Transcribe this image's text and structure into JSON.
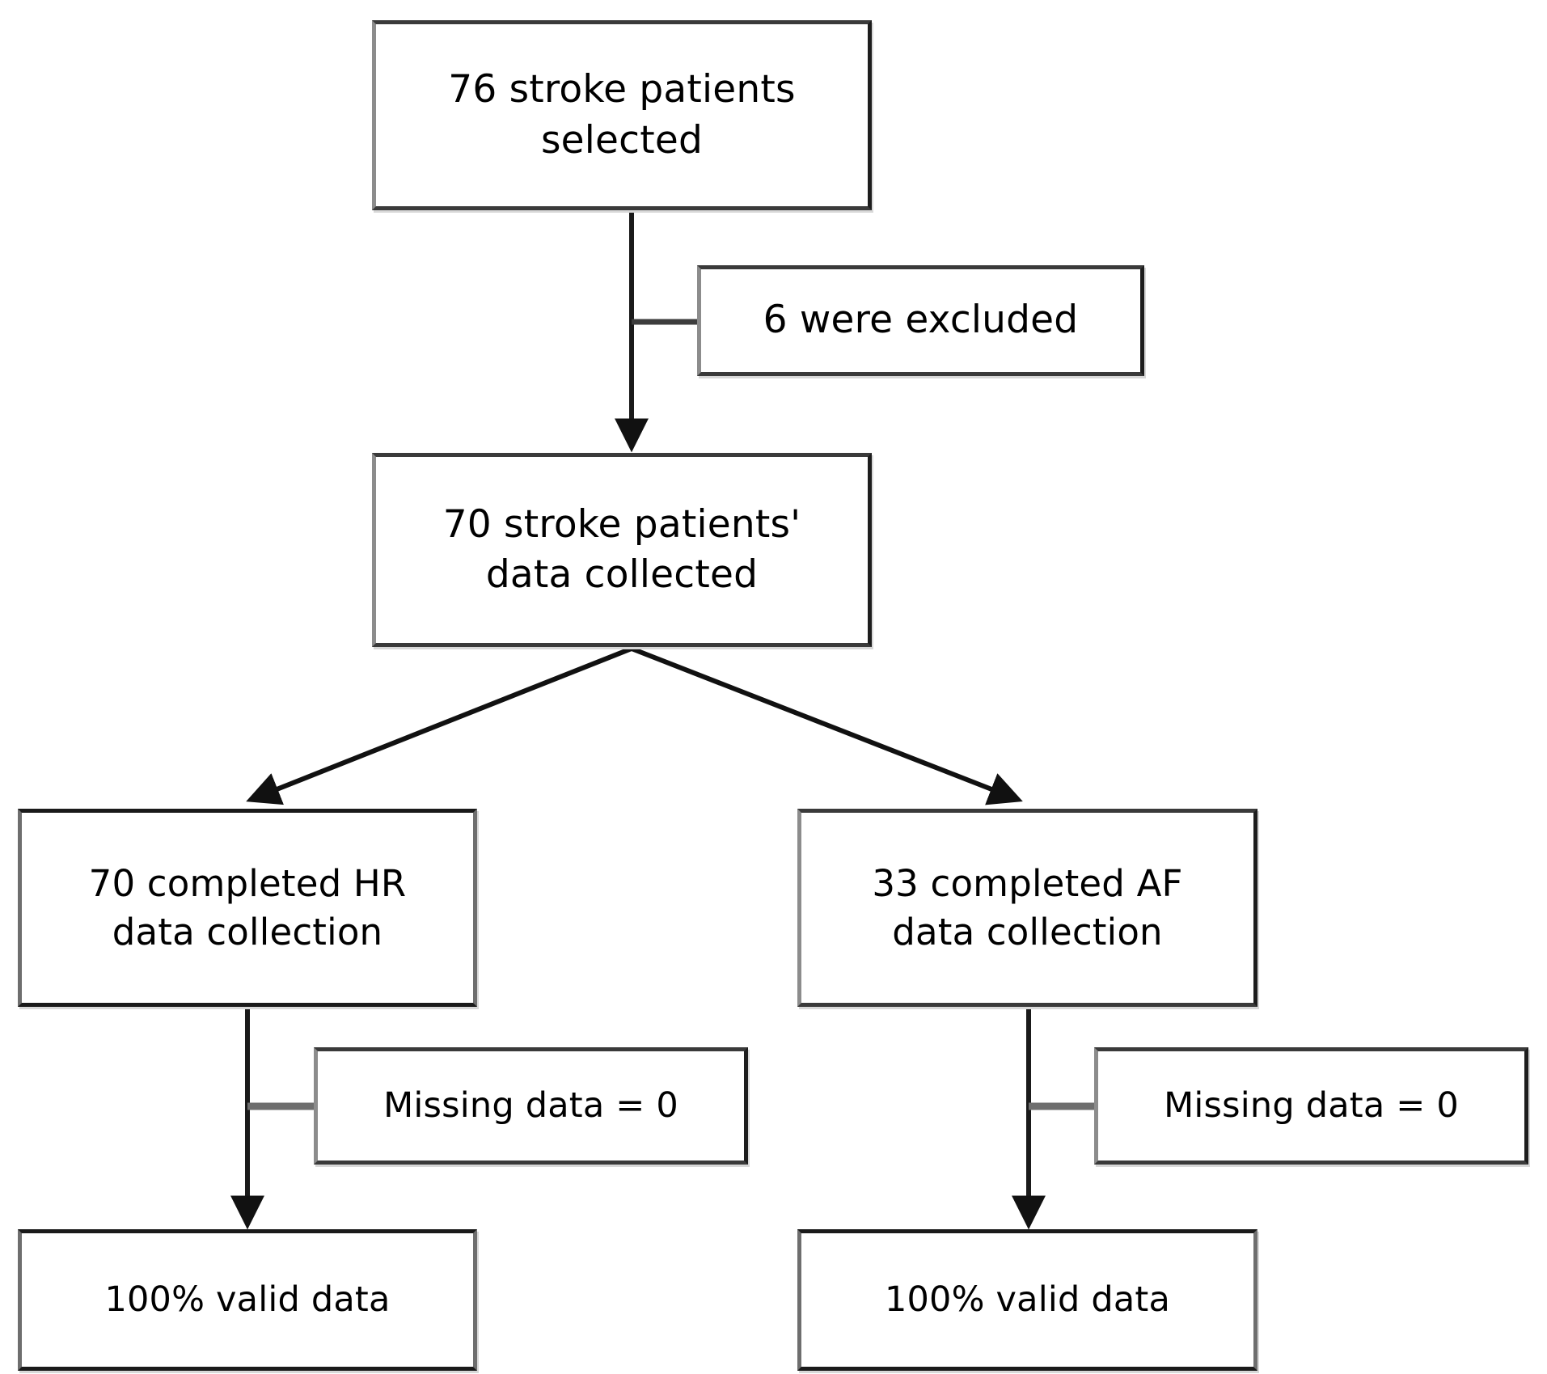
{
  "diagram": {
    "type": "flowchart",
    "title": "Stroke patient data collection flow",
    "colors": {
      "background": "#ffffff",
      "box_fill": "#ffffff",
      "border_dark": "#1a1a1a",
      "border_light": "#8c8c8c",
      "connector": "#1a1a1a",
      "text": "#000000"
    },
    "nodes": [
      {
        "id": "selected",
        "label": "76 stroke patients\nselected",
        "count": 76,
        "stage": "enrollment"
      },
      {
        "id": "excluded",
        "label": "6 were excluded",
        "count": 6,
        "stage": "exclusion"
      },
      {
        "id": "collected",
        "label": "70 stroke patients'\ndata collected",
        "count": 70,
        "stage": "included"
      },
      {
        "id": "hr_collection",
        "label": "70 completed HR\ndata collection",
        "count": 70,
        "measure": "HR",
        "stage": "measurement"
      },
      {
        "id": "af_collection",
        "label": "33 completed AF\ndata collection",
        "count": 33,
        "measure": "AF",
        "stage": "measurement"
      },
      {
        "id": "missing_hr",
        "label": "Missing data = 0",
        "count": 0,
        "measure": "HR",
        "stage": "quality"
      },
      {
        "id": "missing_af",
        "label": "Missing data = 0",
        "count": 0,
        "measure": "AF",
        "stage": "quality"
      },
      {
        "id": "valid_hr",
        "label": "100% valid data",
        "percent": 100,
        "measure": "HR",
        "stage": "result"
      },
      {
        "id": "valid_af",
        "label": "100% valid data",
        "percent": 100,
        "measure": "AF",
        "stage": "result"
      }
    ],
    "edges": [
      {
        "from": "selected",
        "to": "collected",
        "kind": "arrow"
      },
      {
        "from": "selected",
        "to": "excluded",
        "kind": "tick"
      },
      {
        "from": "collected",
        "to": "hr_collection",
        "kind": "arrow"
      },
      {
        "from": "collected",
        "to": "af_collection",
        "kind": "arrow"
      },
      {
        "from": "hr_collection",
        "to": "valid_hr",
        "kind": "arrow"
      },
      {
        "from": "hr_collection",
        "to": "missing_hr",
        "kind": "tick"
      },
      {
        "from": "af_collection",
        "to": "valid_af",
        "kind": "arrow"
      },
      {
        "from": "af_collection",
        "to": "missing_af",
        "kind": "tick"
      }
    ]
  }
}
